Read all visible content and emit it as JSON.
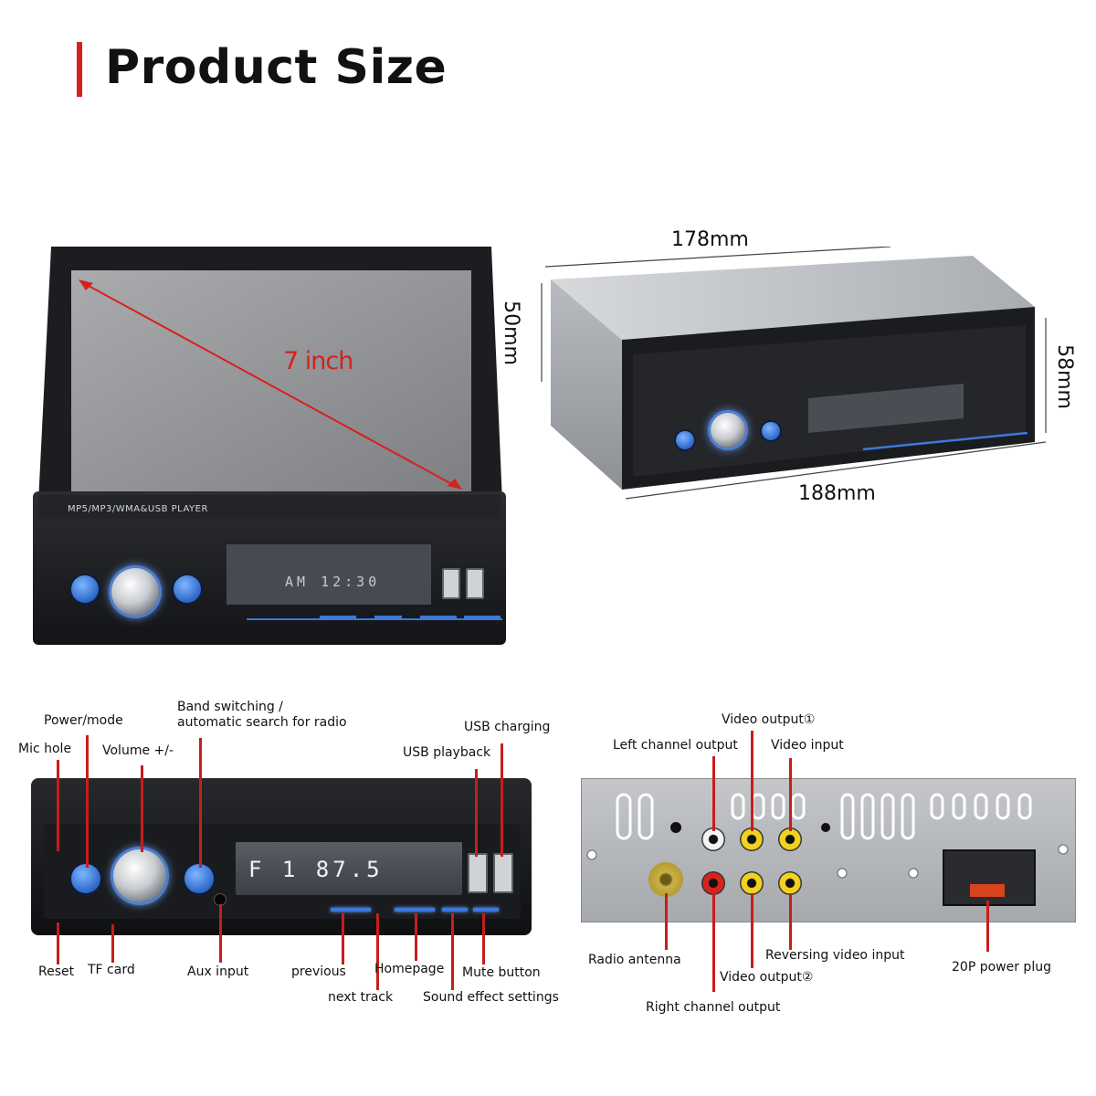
{
  "title": "Product Size",
  "screen": {
    "size_label": "7 inch",
    "face_label": "MP5/MP3/WMA&USB PLAYER",
    "lcd_text": "AM 12:30"
  },
  "dimensions": {
    "width_top": "178mm",
    "width_bottom": "188mm",
    "height_left": "50mm",
    "height_right": "58mm"
  },
  "front_panel": {
    "lcd_text": "F 1  87.5",
    "labels": {
      "power_mode": "Power/mode",
      "band_switching": "Band switching /\nautomatic search for radio",
      "usb_charging": "USB charging",
      "mic_hole": "Mic hole",
      "volume": "Volume +/-",
      "usb_playback": "USB playback",
      "reset": "Reset",
      "tf_card": "TF card",
      "aux_input": "Aux input",
      "previous": "previous",
      "homepage": "Homepage",
      "mute_button": "Mute button",
      "next_track": "next track",
      "sound_effect": "Sound effect settings"
    }
  },
  "rear_panel": {
    "labels": {
      "video_output_1": "Video output①",
      "left_channel": "Left channel output",
      "video_input": "Video input",
      "radio_antenna": "Radio antenna",
      "reversing_video": "Reversing video input",
      "power_plug": "20P power plug",
      "video_output_2": "Video output②",
      "right_channel": "Right channel output"
    }
  },
  "colors": {
    "accent": "#d8201c",
    "button_blue": "#3d78d8"
  }
}
